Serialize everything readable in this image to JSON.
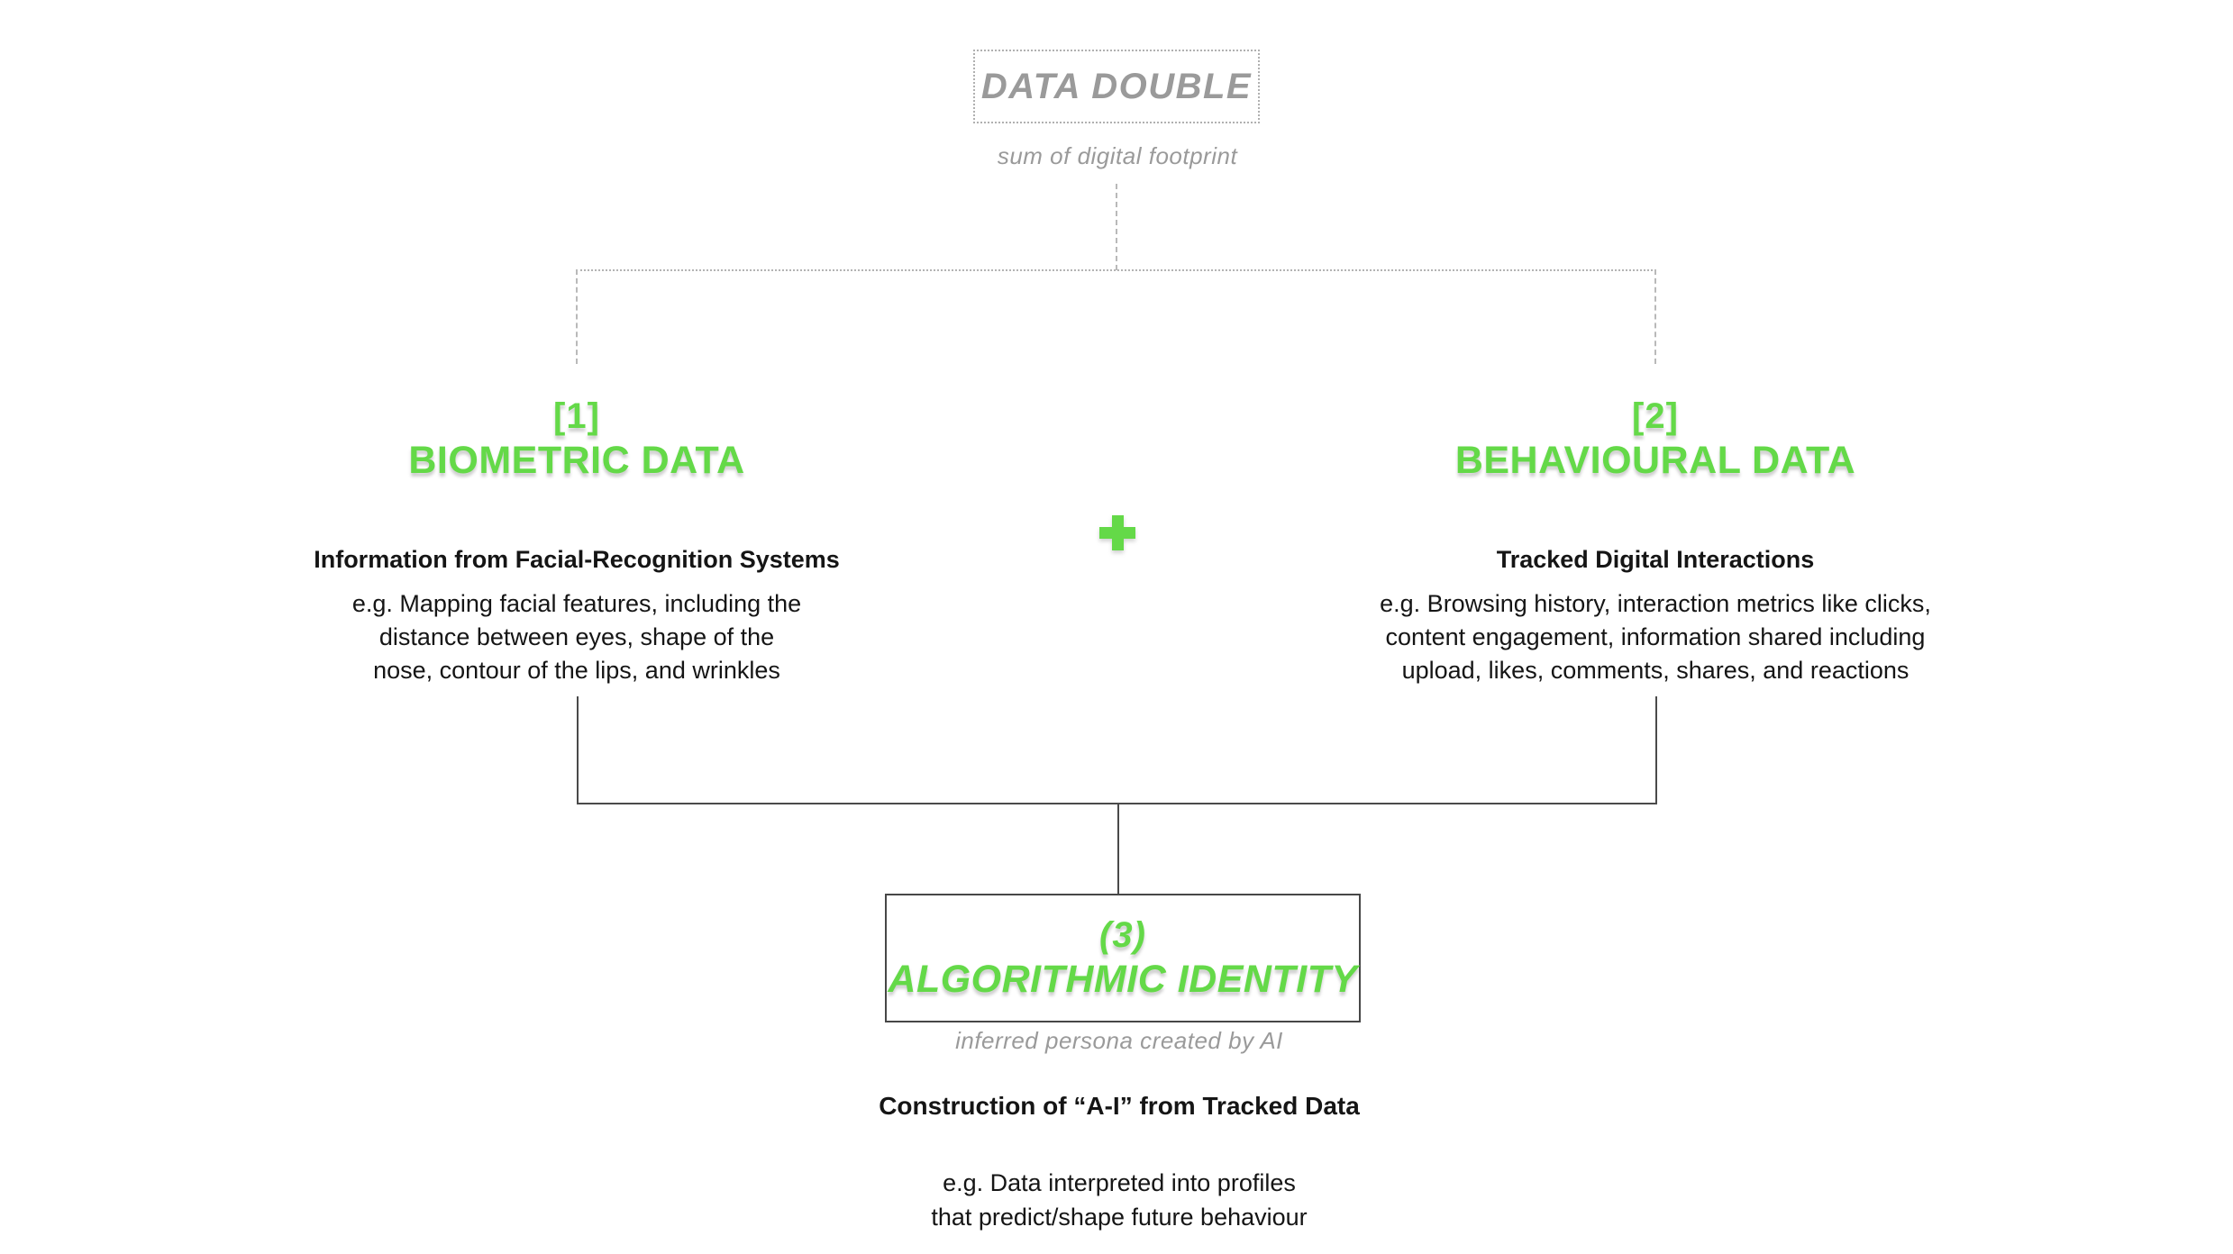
{
  "colors": {
    "accent_green": "#64d948",
    "muted_gray": "#9a9a9a",
    "line_dark": "#4a4a4a",
    "line_light": "#b9b9b9",
    "text_black": "#151515"
  },
  "root": {
    "title": "DATA DOUBLE",
    "subtitle": "sum of digital footprint"
  },
  "operator": {
    "icon": "plus",
    "symbol": "+"
  },
  "branches": [
    {
      "index_label": "[1]",
      "title": "BIOMETRIC DATA",
      "subtitle": "Information from Facial-Recognition Systems",
      "body_lines": [
        "e.g. Mapping facial features, including the",
        "distance between eyes, shape of the",
        "nose, contour of the lips, and wrinkles"
      ]
    },
    {
      "index_label": "[2]",
      "title": "BEHAVIOURAL DATA",
      "subtitle": "Tracked Digital Interactions",
      "body_lines": [
        "e.g. Browsing history, interaction metrics like clicks,",
        "content engagement, information shared including",
        "upload, likes, comments, shares, and reactions"
      ]
    }
  ],
  "result": {
    "index_label": "(3)",
    "title": "ALGORITHMIC IDENTITY",
    "subtitle": "inferred persona created by AI",
    "heading": "Construction of “A-I” from Tracked Data",
    "body_lines": [
      "e.g. Data interpreted into profiles",
      "that predict/shape future behaviour"
    ]
  }
}
